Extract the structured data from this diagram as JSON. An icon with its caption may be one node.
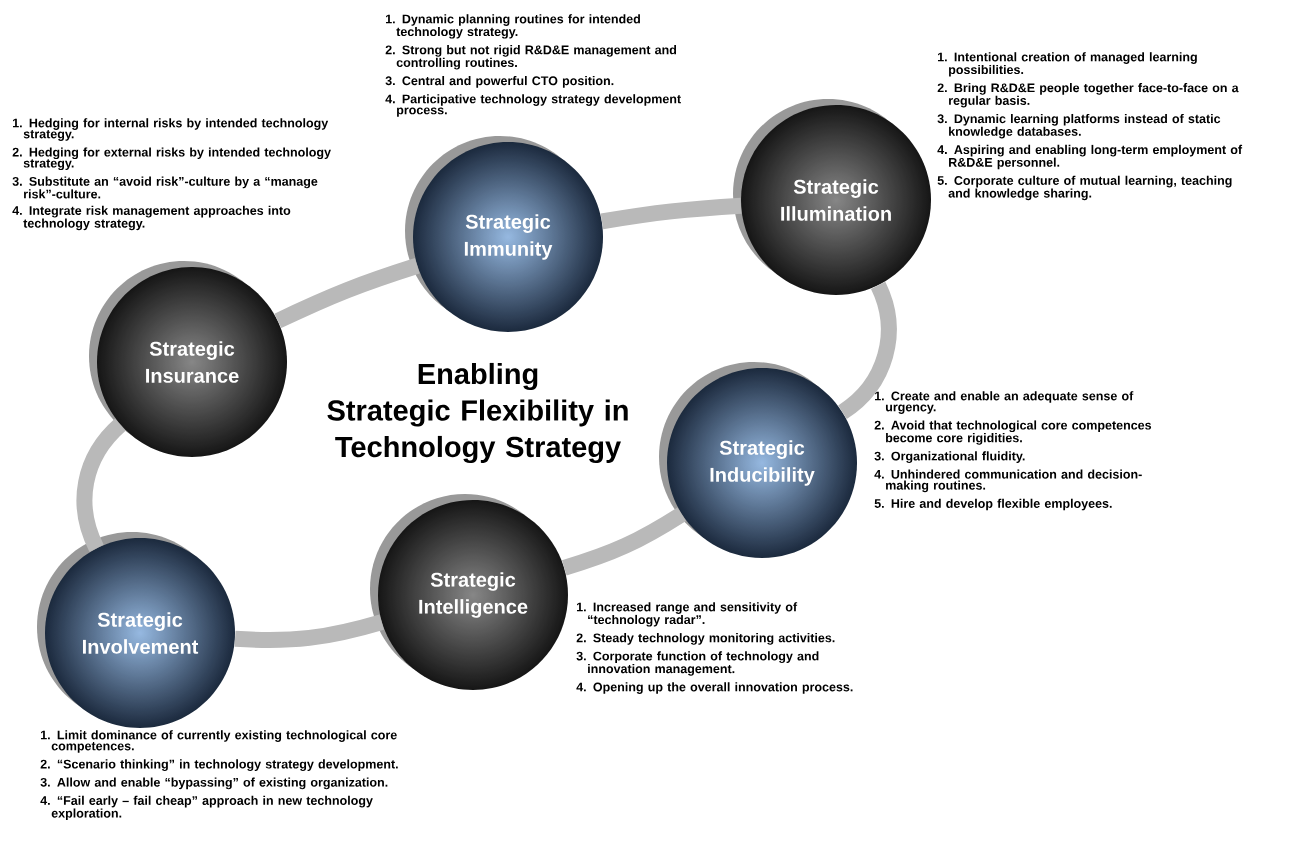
{
  "diagram": {
    "title": "Enabling Strategic Flexibility in Technology Strategy",
    "nodes": [
      {
        "text": [
          "Strategic Insurance"
        ],
        "beside": [
          "1. Hedging for internal risks by intended technology strategy.",
          "2. Hedging for external risks by intended technology strategy.",
          "3. Substitute an “avoid risk”-culture by a “manage risk”-culture.",
          "4. Integrate risk management approaches into technology strategy."
        ]
      },
      {
        "text": [
          "Strategic Immunity"
        ],
        "beside": [
          "1. Dynamic planning routines for intended technology strategy.",
          "2. Strong but not rigid R&D&E management and controlling routines.",
          "3. Central and powerful CTO position.",
          "4. Participative technology strategy development process."
        ]
      },
      {
        "text": [
          "Strategic Illumination"
        ],
        "beside": [
          "1. Intentional creation of managed learning possibilities.",
          "2. Bring R&D&E people together face-to-face on a regular basis.",
          "3. Dynamic learning platforms instead of static knowledge databases.",
          "4. Aspiring and enabling long-term employment of R&D&E personnel.",
          "5. Corporate culture of mutual learning, teaching and knowledge sharing."
        ]
      },
      {
        "text": [
          "Strategic Inducibility"
        ],
        "beside": [
          "1. Create and enable an adequate sense of urgency.",
          "2. Avoid that technological core competences become core rigidities.",
          "3. Organizational fluidity.",
          "4. Unhindered communication and decision-making routines.",
          "5. Hire and develop flexible employees."
        ]
      },
      {
        "text": [
          "Strategic Intelligence"
        ],
        "beside": [
          "1. Increased range and sensitivity of “technology radar”.",
          "2. Steady technology monitoring activities.",
          "3. Corporate function of technology and innovation management.",
          "4. Opening up the overall innovation process."
        ]
      },
      {
        "text": [
          "Strategic Involvement"
        ],
        "beside": [
          "1. Limit dominance of currently existing technological core competences.",
          "2. “Scenario thinking” in technology strategy development.",
          "3. Allow and enable “bypassing” of existing organization.",
          "4. “Fail early – fail cheap” approach in new technology exploration."
        ]
      }
    ],
    "edges": [
      {
        "from": 5,
        "to": 0,
        "arrow": "none"
      },
      {
        "from": 0,
        "to": 1,
        "arrow": "none"
      },
      {
        "from": 1,
        "to": 2,
        "arrow": "none"
      },
      {
        "from": 2,
        "to": 3,
        "arrow": "none"
      },
      {
        "from": 3,
        "to": 4,
        "arrow": "none"
      },
      {
        "from": 4,
        "to": 5,
        "arrow": "none"
      }
    ]
  }
}
